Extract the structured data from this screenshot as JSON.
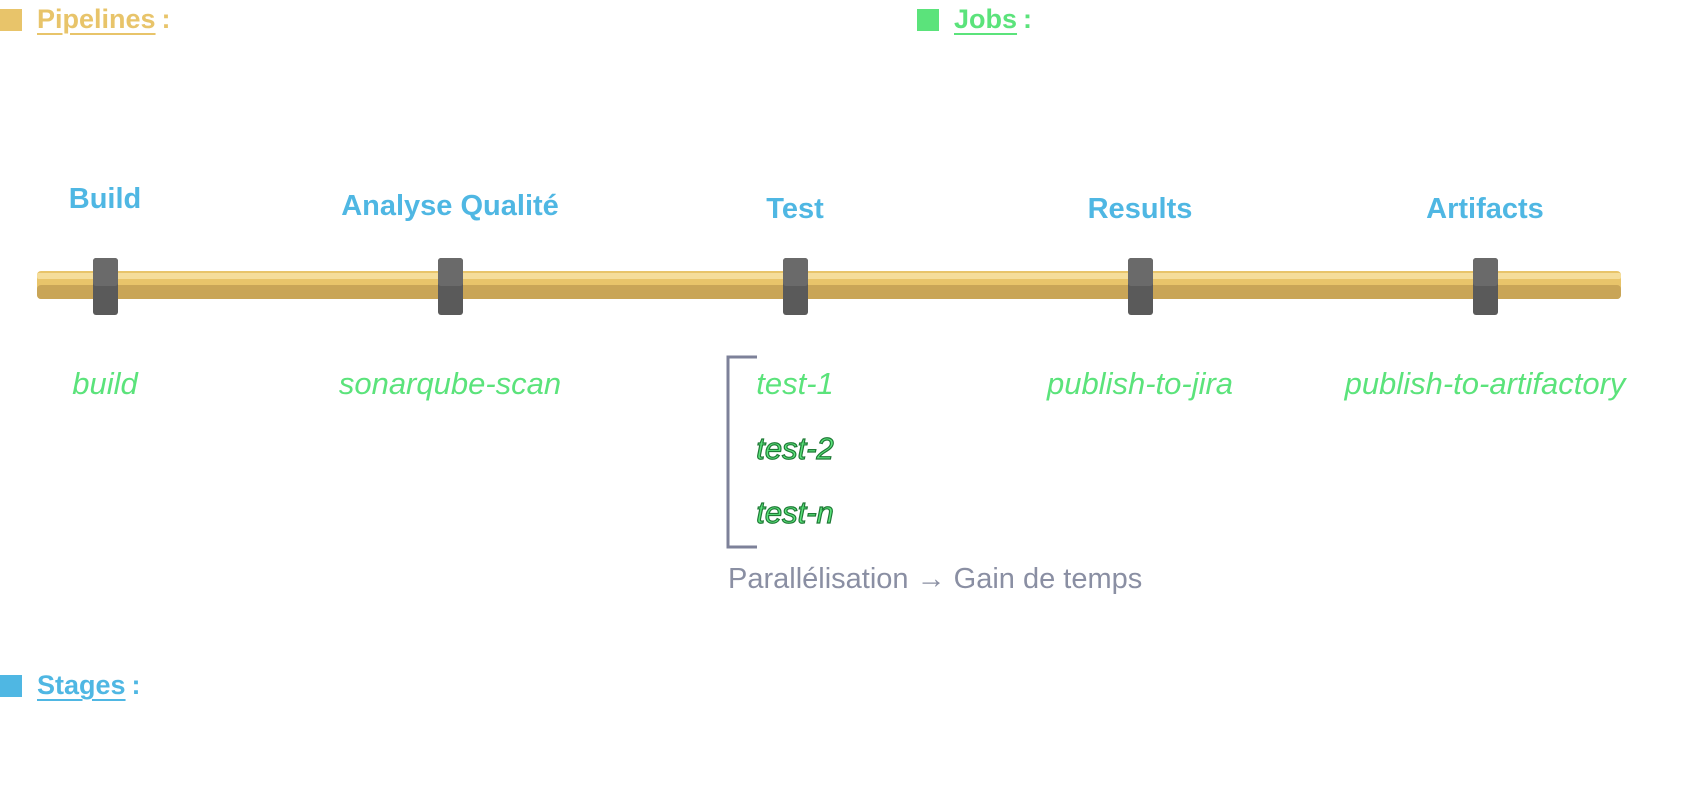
{
  "legend": {
    "pipelines": {
      "label": "Pipelines",
      "colon": ":",
      "color": "#e8c46a"
    },
    "jobs": {
      "label": "Jobs",
      "colon": ":",
      "color": "#5be37b"
    },
    "stages": {
      "label": "Stages",
      "colon": ":",
      "color": "#4fb7e3"
    }
  },
  "stages": [
    {
      "label": "Build"
    },
    {
      "label": "Analyse Qualité"
    },
    {
      "label": "Test"
    },
    {
      "label": "Results"
    },
    {
      "label": "Artifacts"
    }
  ],
  "jobs": {
    "build": "build",
    "quality": "sonarqube-scan",
    "test": [
      "test-1",
      "test-2",
      "test-n"
    ],
    "results": "publish-to-jira",
    "artifacts": "publish-to-artifactory"
  },
  "note": "Parallélisation → Gain de temps",
  "colors": {
    "pipe": "#e8c46a",
    "pipe_shadow": "#c9a557",
    "connector": "#666666",
    "bracket": "#7d8199",
    "stage": "#4fb7e3",
    "job": "#5be37b"
  }
}
